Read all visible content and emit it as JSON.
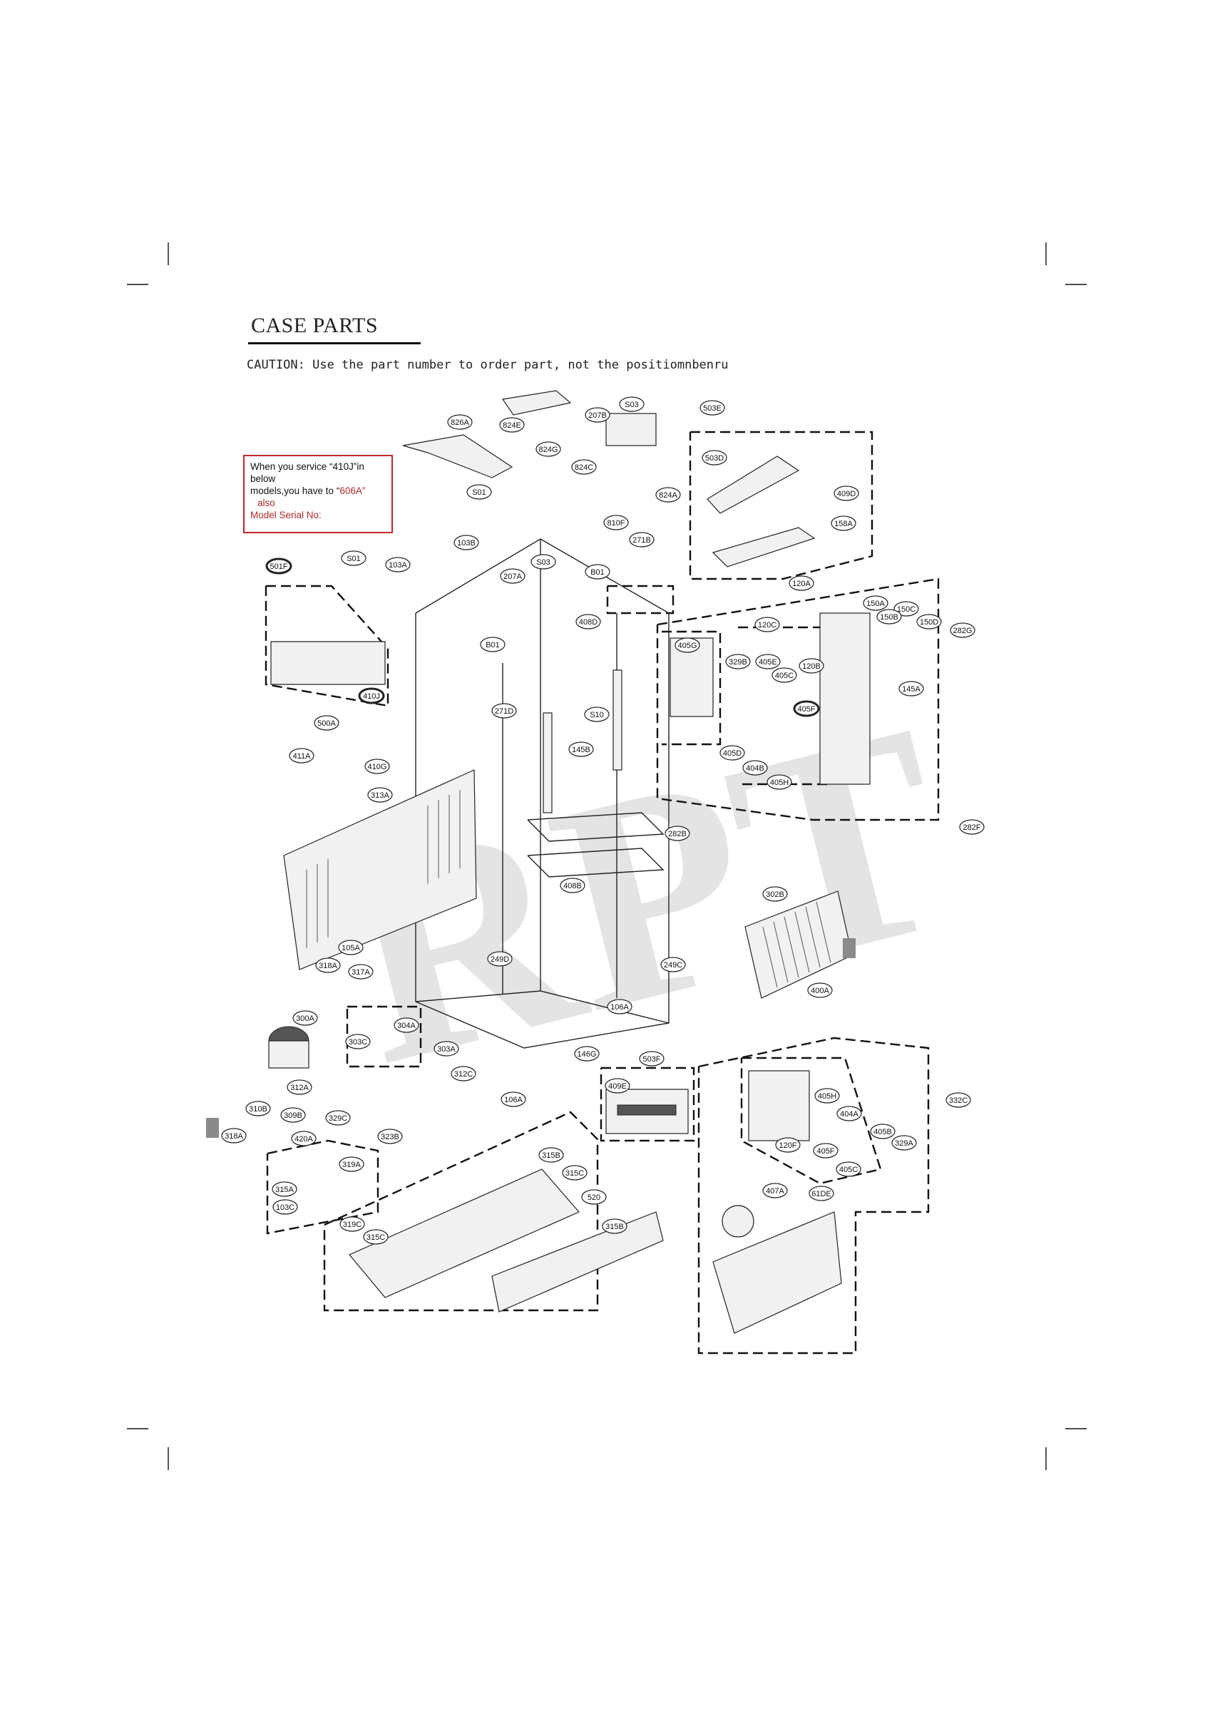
{
  "title": "CASE PARTS",
  "caution": "CAUTION: Use the part number to order part, not the positiomnbenru",
  "note": {
    "line1_prefix": "When you service “",
    "line1_part": "410J",
    "line1_suffix": "”in below",
    "line2_prefix": "models,you have to “",
    "line2_part": "606A",
    "line2_suffix": "”",
    "line3": "also",
    "line4": "Model Serial No:"
  },
  "watermark": "RPT",
  "colors": {
    "note_border": "#c0262d",
    "note_text_red": "#b52a2a",
    "watermark": "#cfcfcf"
  },
  "parts": [
    "826A",
    "824E",
    "207B",
    "S03",
    "503E",
    "824G",
    "824C",
    "503D",
    "S01",
    "824A",
    "409D",
    "810F",
    "158A",
    "103B",
    "271B",
    "S01",
    "103A",
    "S03",
    "207A",
    "B01",
    "501F",
    "120A",
    "150A",
    "150C",
    "150B",
    "150D",
    "282G",
    "408D",
    "120C",
    "405G",
    "329B",
    "405E",
    "120B",
    "B01",
    "145A",
    "271D",
    "410J",
    "405C",
    "405F",
    "S10",
    "500A",
    "405D",
    "404B",
    "405H",
    "411A",
    "410G",
    "145B",
    "313A",
    "282F",
    "282B",
    "408B",
    "302B",
    "105A",
    "249D",
    "249C",
    "318A",
    "317A",
    "400A",
    "106A",
    "300A",
    "304A",
    "303C",
    "303A",
    "146G",
    "503F",
    "312A",
    "312C",
    "409E",
    "106A",
    "332C",
    "310B",
    "309B",
    "329C",
    "405H",
    "404A",
    "318A",
    "420A",
    "323B",
    "405B",
    "329A",
    "315B",
    "120F",
    "405F",
    "405C",
    "315C",
    "319A",
    "407A",
    "61DE",
    "319C",
    "315A",
    "520",
    "103C",
    "315B",
    "315C"
  ]
}
